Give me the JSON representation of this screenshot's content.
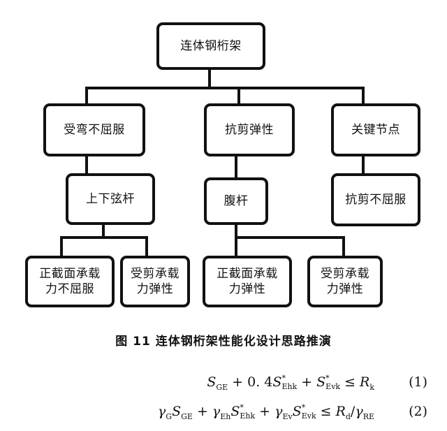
{
  "diagram": {
    "root": "连体钢桁架",
    "level1": [
      "受弯不屈服",
      "抗剪弹性",
      "关键节点"
    ],
    "level2": [
      "上下弦杆",
      "腹杆",
      "抗剪不屈服"
    ],
    "level3": [
      "正截面承载\n力不屈服",
      "受剪承载\n力弹性",
      "正截面承载\n力弹性",
      "受剪承载\n力弹性"
    ]
  },
  "caption": "图 11    连体钢桁架性能化设计思路推演",
  "equations": [
    {
      "number": "(1)"
    },
    {
      "number": "(2)"
    }
  ]
}
